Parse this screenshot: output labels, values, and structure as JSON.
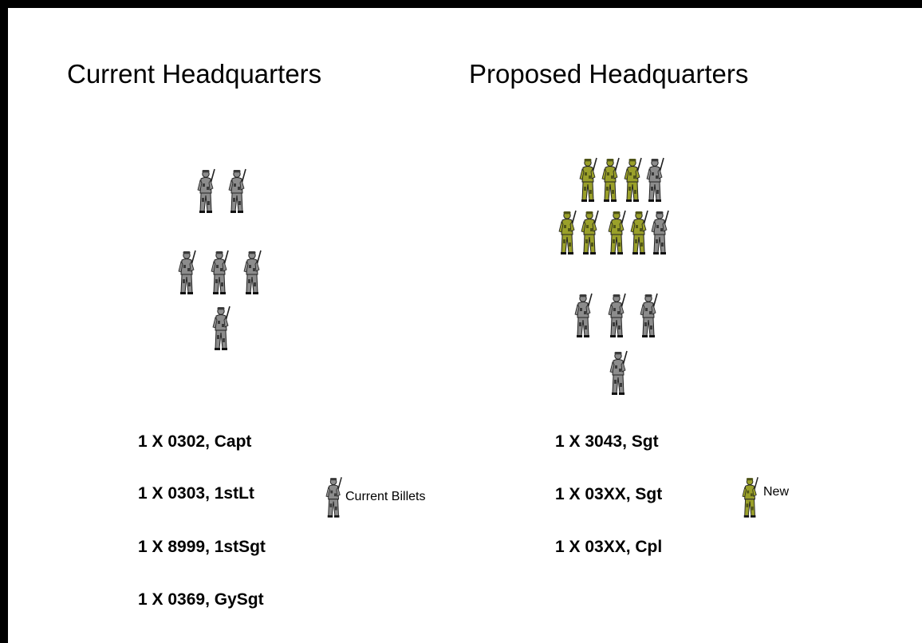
{
  "current": {
    "title": "Current Headquarters",
    "billets": [
      "1 X 0302, Capt",
      "1 X 0303, 1stLt",
      "1 X 8999, 1stSgt",
      "1 X 0369, GySgt"
    ],
    "soldier_count": 6
  },
  "proposed": {
    "title": "Proposed Headquarters",
    "billets": [
      "1 X 3043, Sgt",
      "1 X 03XX, Sgt",
      "1 X 03XX, Cpl"
    ],
    "new_soldier_count": 7,
    "current_soldier_count": 6
  },
  "legend": {
    "current_label": "Current Billets",
    "new_label": "New"
  },
  "colors": {
    "border": "#000000",
    "current_soldier": "#8c8c8c",
    "new_soldier": "#9aa02a"
  }
}
